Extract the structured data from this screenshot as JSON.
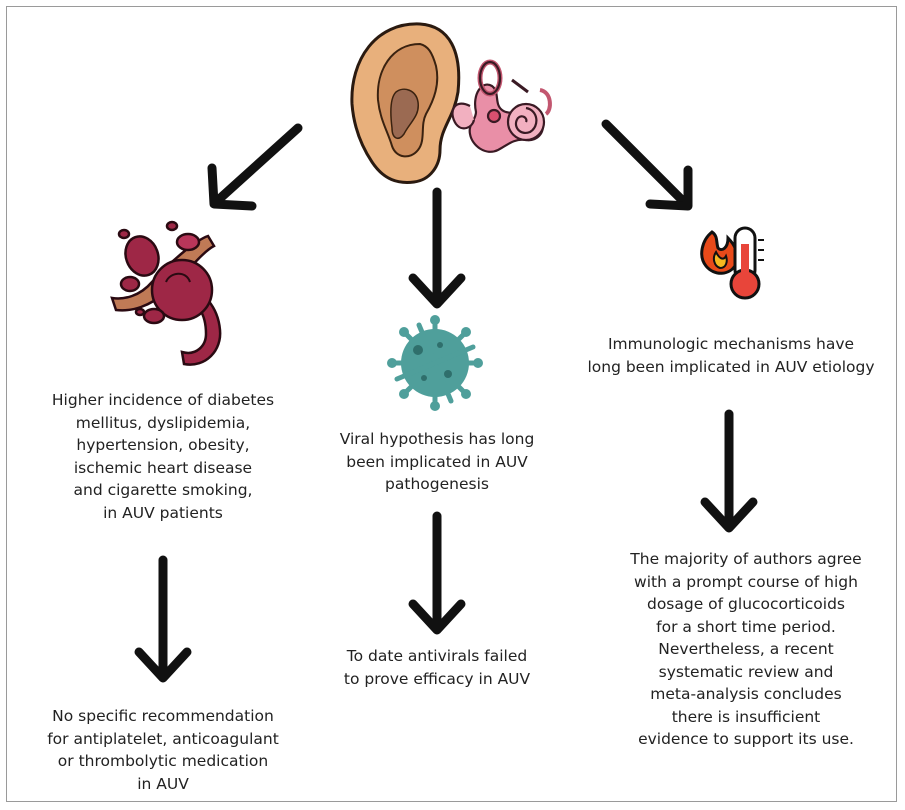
{
  "left": {
    "risk_factors": [
      "Higher incidence of diabetes",
      "mellitus, dyslipidemia,",
      "hypertension, obesity,",
      "ischemic heart disease",
      "and cigarette smoking,",
      "in AUV patients"
    ],
    "recommendation": [
      "No specific recommendation",
      "for antiplatelet, anticoagulant",
      "or thrombolytic medication",
      "in AUV"
    ]
  },
  "center": {
    "viral_hypothesis": [
      "Viral hypothesis has long",
      "been implicated in AUV",
      "pathogenesis"
    ],
    "antivirals": [
      "To date antivirals failed",
      "to prove efficacy in AUV"
    ]
  },
  "right": {
    "immunologic": [
      "Immunologic mechanisms have",
      "long been implicated in AUV etiology"
    ],
    "glucocorticoids": [
      "The majority of authors agree",
      "with a prompt course of high",
      "dosage of glucocorticoids",
      "for a short time period.",
      "Nevertheless, a recent",
      "systematic review and",
      "meta-analysis concludes",
      "there is insufficient",
      "evidence to support its use."
    ]
  },
  "icons": [
    "ear-icon",
    "inner-ear-icon",
    "blood-vessel-icon",
    "virus-icon",
    "thermometer-fire-icon"
  ],
  "colors": {
    "arrow": "#111111",
    "skin": "#e8b07c",
    "vessel": "#9e2746",
    "virus": "#4f9f9b",
    "inner_ear": "#e98fa7",
    "flame": "#e84a1a"
  }
}
